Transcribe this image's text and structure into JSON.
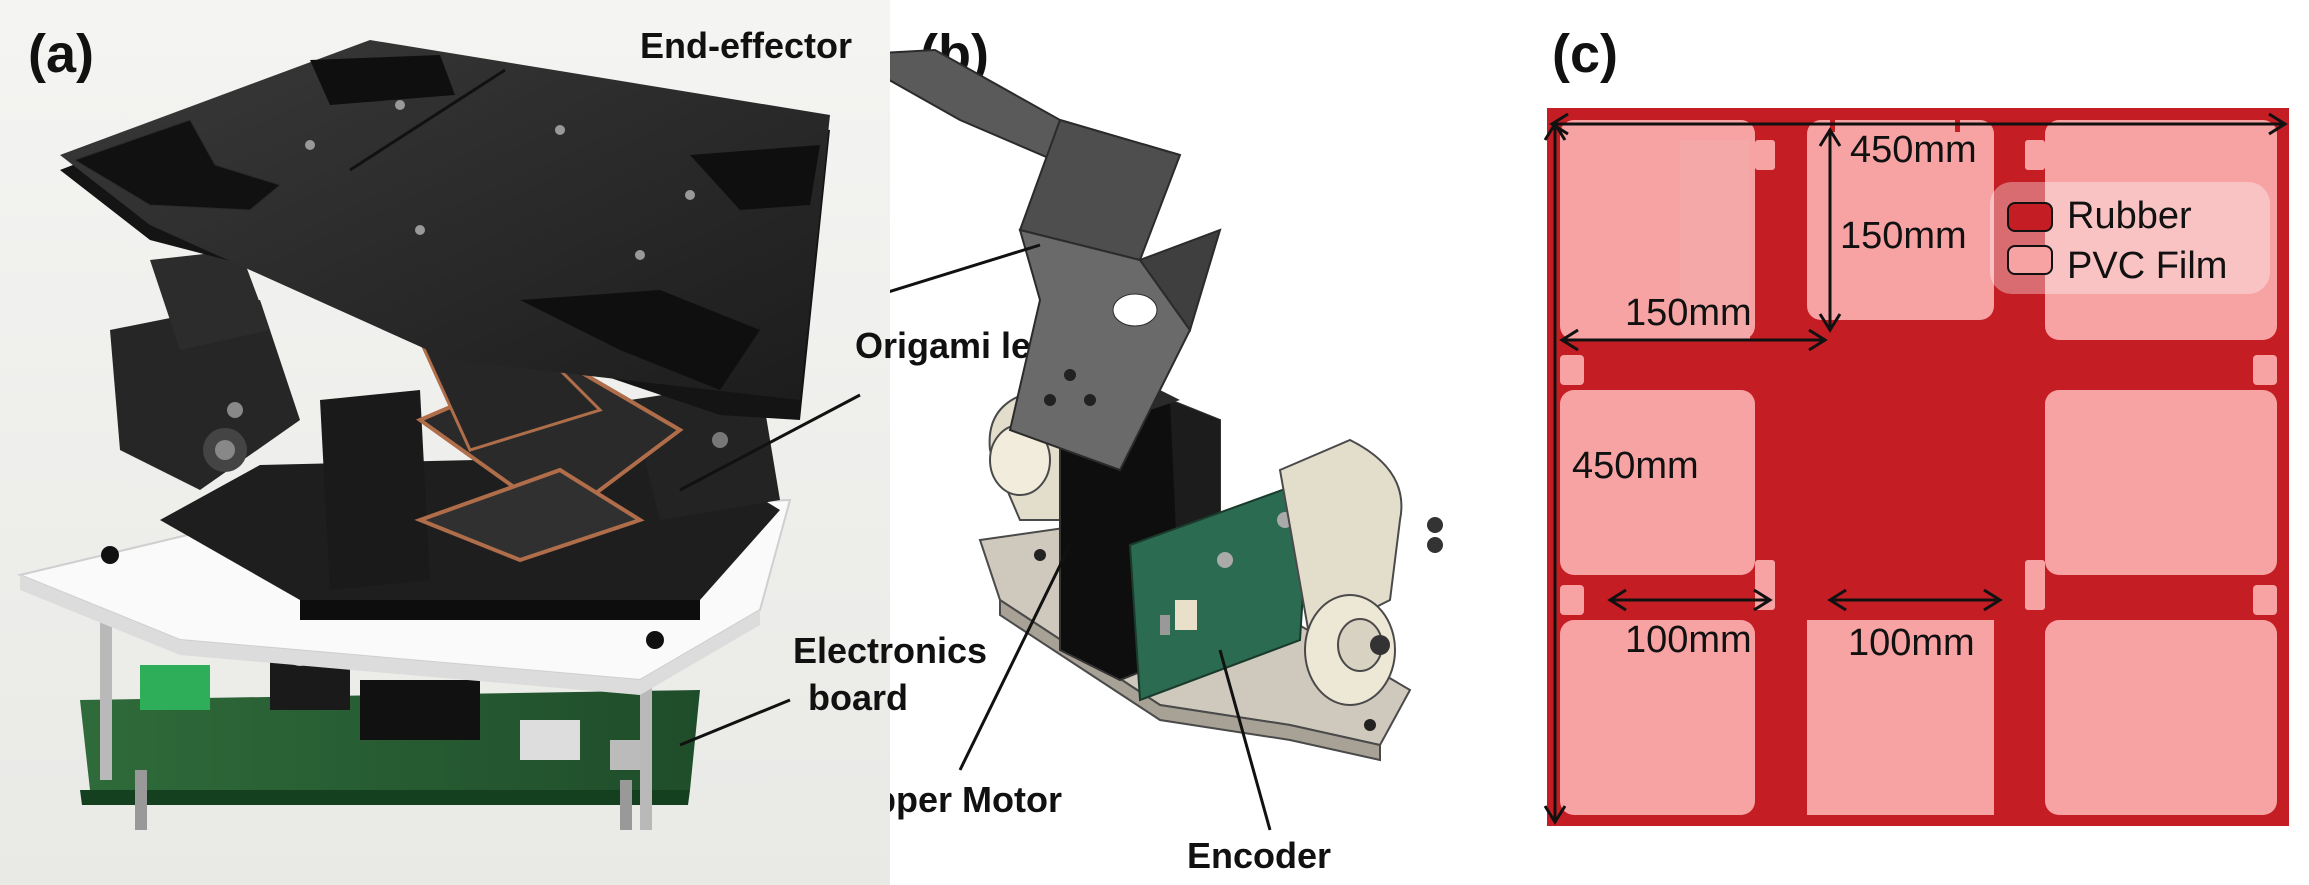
{
  "panel_a": {
    "label": "(a)",
    "callouts": {
      "end_effector": "End-effector",
      "origami_leg": "Origami leg",
      "electronics_line1": "Electronics",
      "electronics_line2": "board"
    }
  },
  "panel_b": {
    "label": "(b)",
    "callouts": {
      "stepper_motor": "Stepper Motor",
      "encoder": "Encoder"
    }
  },
  "panel_c": {
    "label": "(c)",
    "dimensions": {
      "total_width": "450mm",
      "total_height": "450mm",
      "cell_height": "150mm",
      "cell_width": "150mm",
      "gap_left": "100mm",
      "gap_right": "100mm"
    },
    "legend": {
      "rubber": "Rubber",
      "pvc_film": "PVC Film"
    },
    "colors": {
      "rubber": "#c41e24",
      "pvc_film": "#f7a3a3"
    }
  }
}
